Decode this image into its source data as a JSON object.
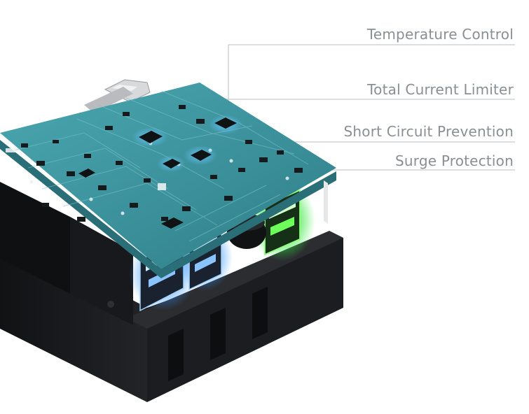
{
  "callouts": {
    "temperature_control": "Temperature Control",
    "total_current_limiter": "Total Current Limiter",
    "short_circuit_prevention": "Short Circuit Prevention",
    "surge_protection": "Surge Protection"
  },
  "colors": {
    "background": "#ffffff",
    "callout_text": "#8a8f94",
    "callout_line": "#b9bec3",
    "pcb": "#3f9aa4",
    "housing": "#1b1c1e",
    "usb_glow_blue": "#3aa0ff",
    "usb_glow_green": "#39ff4a"
  },
  "image_subject": {
    "description_icon": "usb-charger-cutaway-icon"
  }
}
